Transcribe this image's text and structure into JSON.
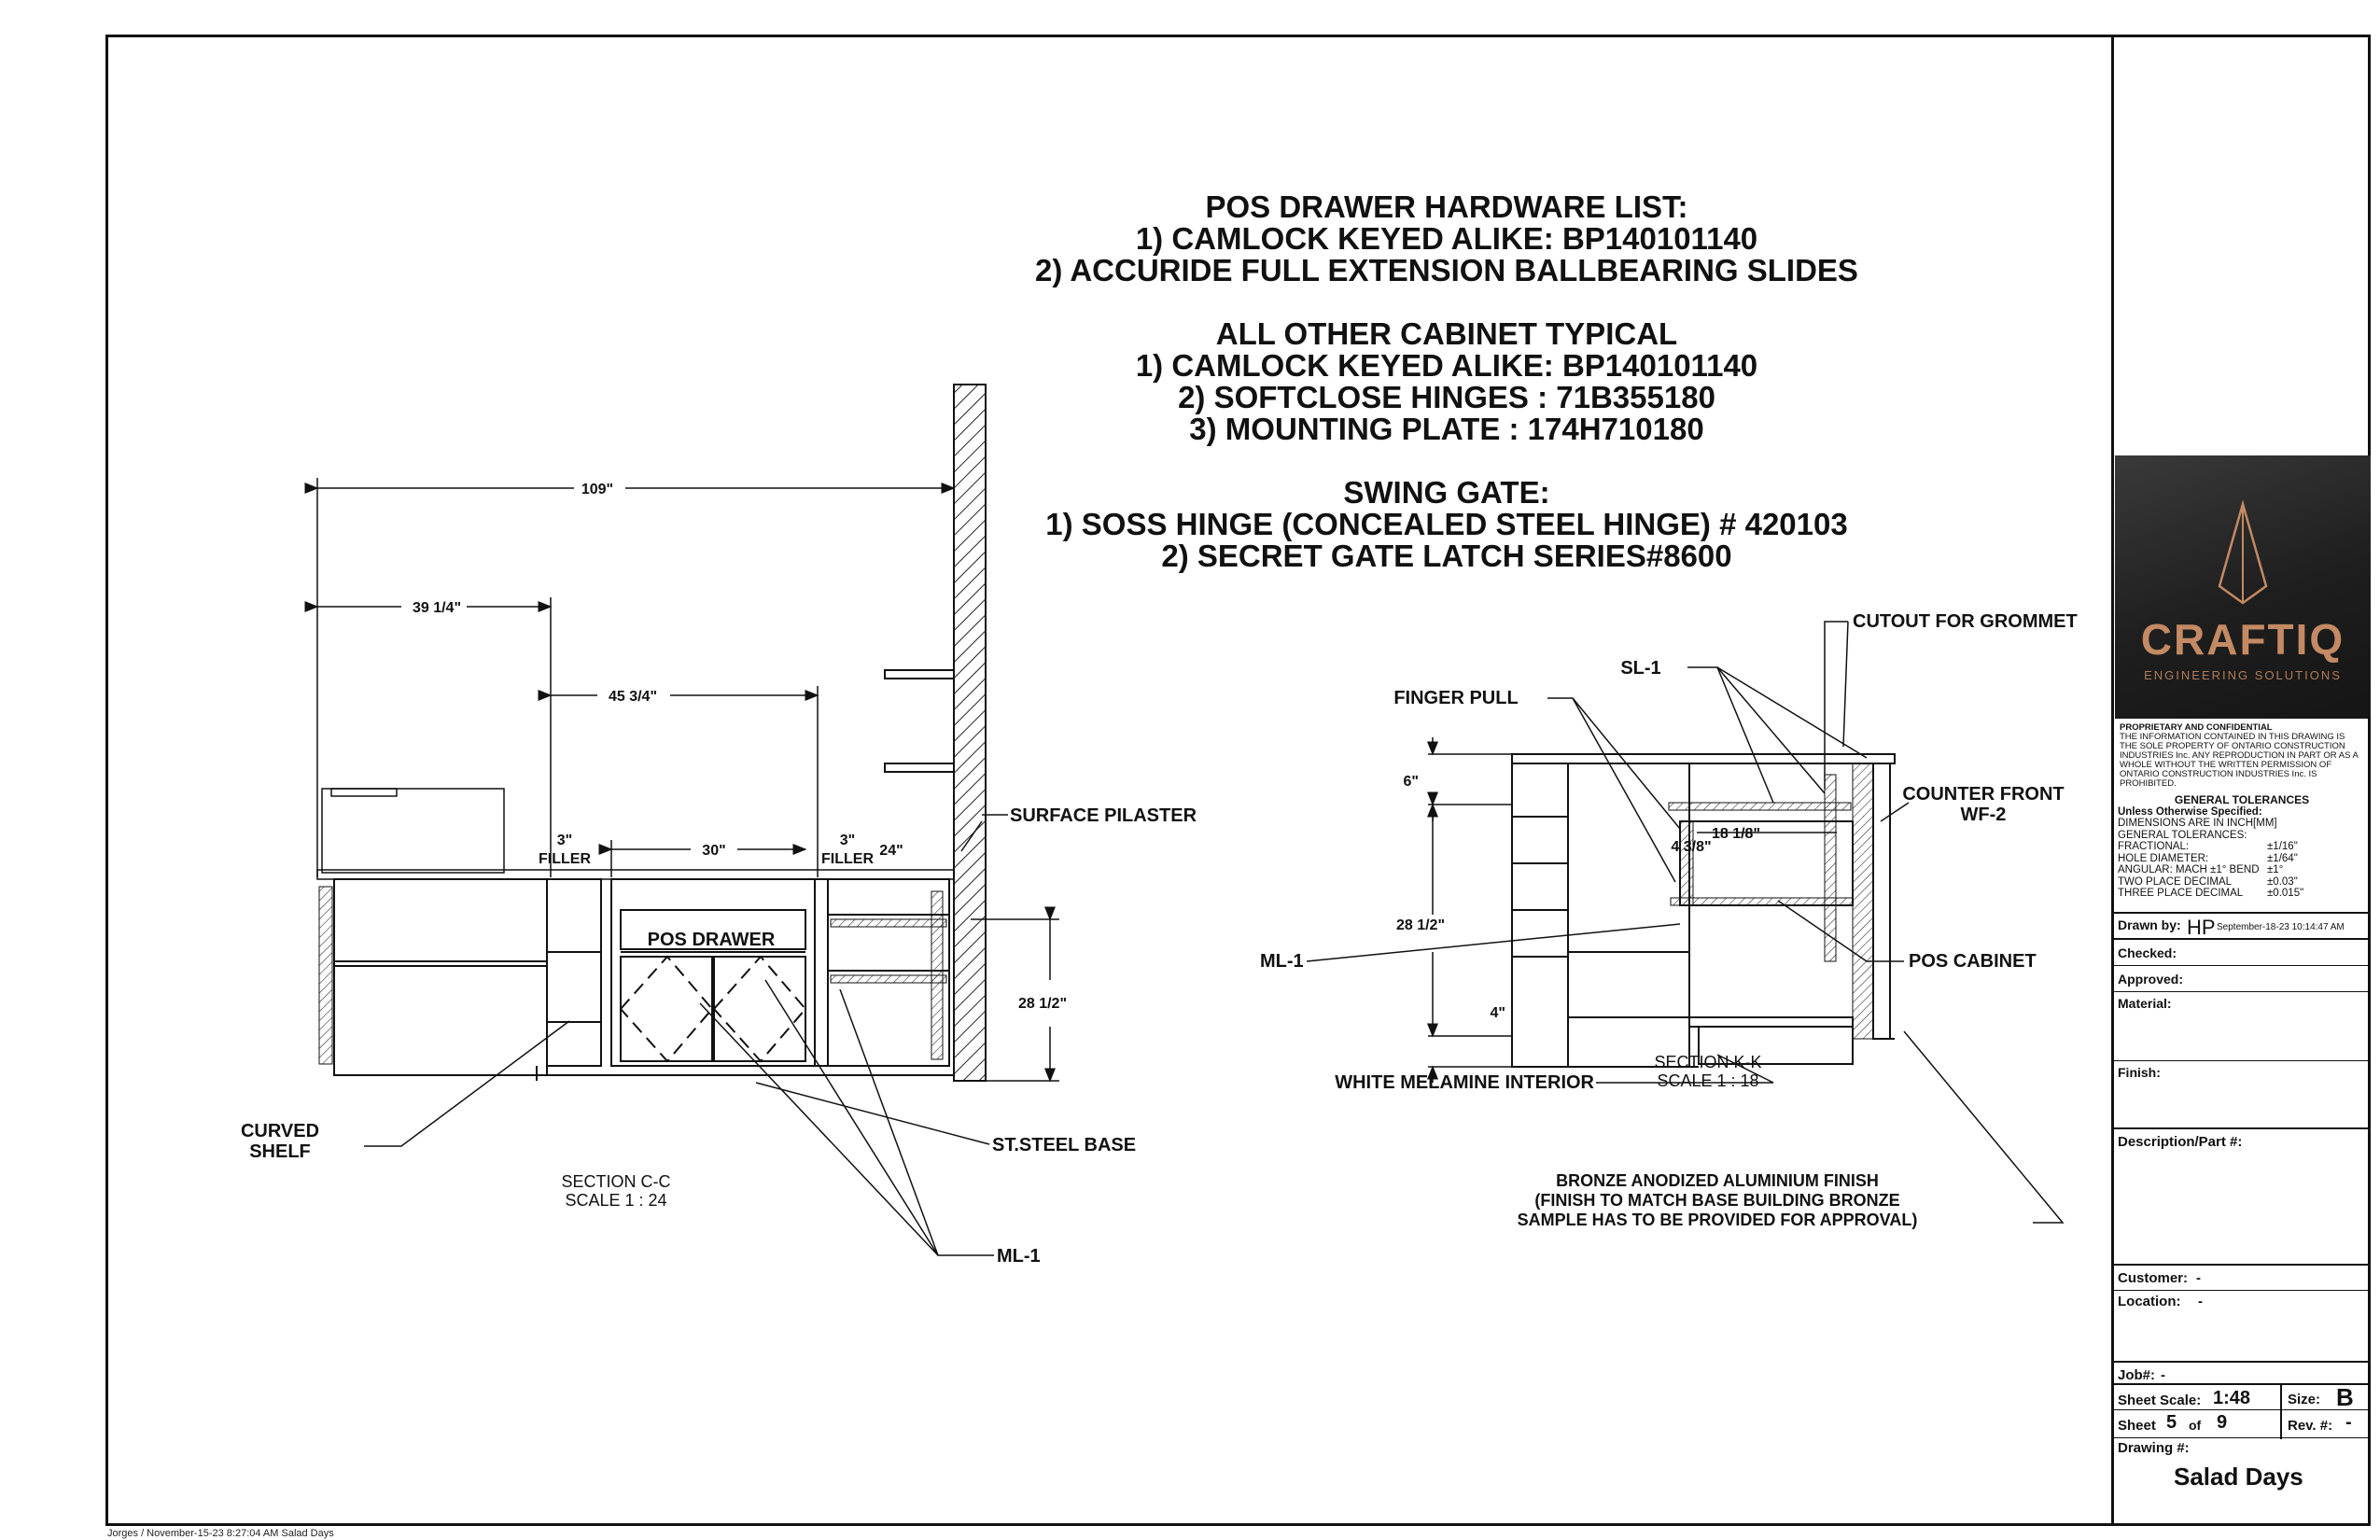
{
  "notes": {
    "pos_hardware": {
      "title": "POS DRAWER HARDWARE LIST:",
      "items": [
        "1) CAMLOCK KEYED ALIKE: BP140101140",
        "2) ACCURIDE FULL EXTENSION BALLBEARING SLIDES"
      ]
    },
    "other_cabinet": {
      "title": "ALL OTHER CABINET TYPICAL",
      "items": [
        "1) CAMLOCK KEYED ALIKE: BP140101140",
        "2) SOFTCLOSE HINGES : 71B355180",
        "3) MOUNTING PLATE : 174H710180"
      ]
    },
    "swing_gate": {
      "title": "SWING GATE:",
      "items": [
        "1) SOSS HINGE (CONCEALED STEEL HINGE) # 420103",
        "2) SECRET GATE LATCH SERIES#8600"
      ]
    }
  },
  "section_cc": {
    "dims": {
      "overall": "109\"",
      "left": "39 1/4\"",
      "mid": "45 3/4\"",
      "filler1": "3\"",
      "drawer": "30\"",
      "filler2": "3\"",
      "right": "24\"",
      "height": "28 1/2\""
    },
    "filler_label": "FILLER",
    "pos_drawer": "POS DRAWER",
    "callouts": {
      "surface_pilaster": "SURFACE PILASTER",
      "curved_shelf_1": "CURVED",
      "curved_shelf_2": "SHELF",
      "steel_base": "ST.STEEL BASE",
      "ml1": "ML-1"
    },
    "caption": "SECTION C-C",
    "scale": "SCALE 1 : 24"
  },
  "section_kk": {
    "dims": {
      "top": "6\"",
      "inner": "18 1/8\"",
      "drawer_h": "4 3/8\"",
      "height": "28 1/2\"",
      "base": "4\""
    },
    "callouts": {
      "cutout": "CUTOUT FOR GROMMET",
      "sl1": "SL-1",
      "finger_pull": "FINGER PULL",
      "counter_front_1": "COUNTER FRONT",
      "counter_front_2": "WF-2",
      "pos_cabinet": "POS CABINET",
      "ml1": "ML-1",
      "white_melamine": "WHITE MELAMINE INTERIOR"
    },
    "caption": "SECTION K-K",
    "scale": "SCALE 1 : 18",
    "bronze_note": [
      "BRONZE ANODIZED ALUMINIUM FINISH",
      "(FINISH TO MATCH BASE BUILDING BRONZE",
      "SAMPLE HAS TO BE PROVIDED FOR APPROVAL)"
    ]
  },
  "title_block": {
    "logo_name": "CRAFTIQ",
    "logo_sub": "ENGINEERING SOLUTIONS",
    "proprietary_title": "PROPRIETARY AND CONFIDENTIAL",
    "proprietary_text": "THE INFORMATION CONTAINED IN THIS DRAWING IS THE SOLE PROPERTY OF ONTARIO CONSTRUCTION INDUSTRIES Inc. ANY REPRODUCTION IN PART OR AS A WHOLE WITHOUT THE WRITTEN PERMISSION OF ONTARIO CONSTRUCTION INDUSTRIES Inc. IS PROHIBITED.",
    "tolerances_title": "GENERAL TOLERANCES",
    "tolerances": [
      {
        "k": "Unless Otherwise Specified:",
        "v": ""
      },
      {
        "k": "DIMENSIONS ARE IN INCH[MM]",
        "v": ""
      },
      {
        "k": "GENERAL TOLERANCES:",
        "v": ""
      },
      {
        "k": "FRACTIONAL:",
        "v": "±1/16\""
      },
      {
        "k": "HOLE DIAMETER:",
        "v": "±1/64\""
      },
      {
        "k": "ANGULAR: MACH ±1° BEND",
        "v": "±1°"
      },
      {
        "k": "TWO PLACE DECIMAL",
        "v": "±0.03\""
      },
      {
        "k": "THREE PLACE DECIMAL",
        "v": "±0.015\""
      }
    ],
    "drawn_by_label": "Drawn by:",
    "drawn_by": "HP",
    "drawn_date": "September-18-23 10:14:47 AM",
    "checked_label": "Checked:",
    "approved_label": "Approved:",
    "material_label": "Material:",
    "finish_label": "Finish:",
    "description_label": "Description/Part #:",
    "customer_label": "Customer:",
    "customer": "-",
    "location_label": "Location:",
    "location": "-",
    "job_label": "Job#:",
    "job": "-",
    "sheet_scale_label": "Sheet Scale:",
    "sheet_scale": "1:48",
    "size_label": "Size:",
    "size": "B",
    "sheet_label": "Sheet",
    "sheet_no": "5",
    "of_label": "of",
    "sheet_total": "9",
    "rev_label": "Rev. #:",
    "rev": "-",
    "drawing_no_label": "Drawing #:",
    "drawing_no": "Salad Days"
  },
  "footer": "Jorges / November-15-23 8:27:04 AM  Salad Days"
}
